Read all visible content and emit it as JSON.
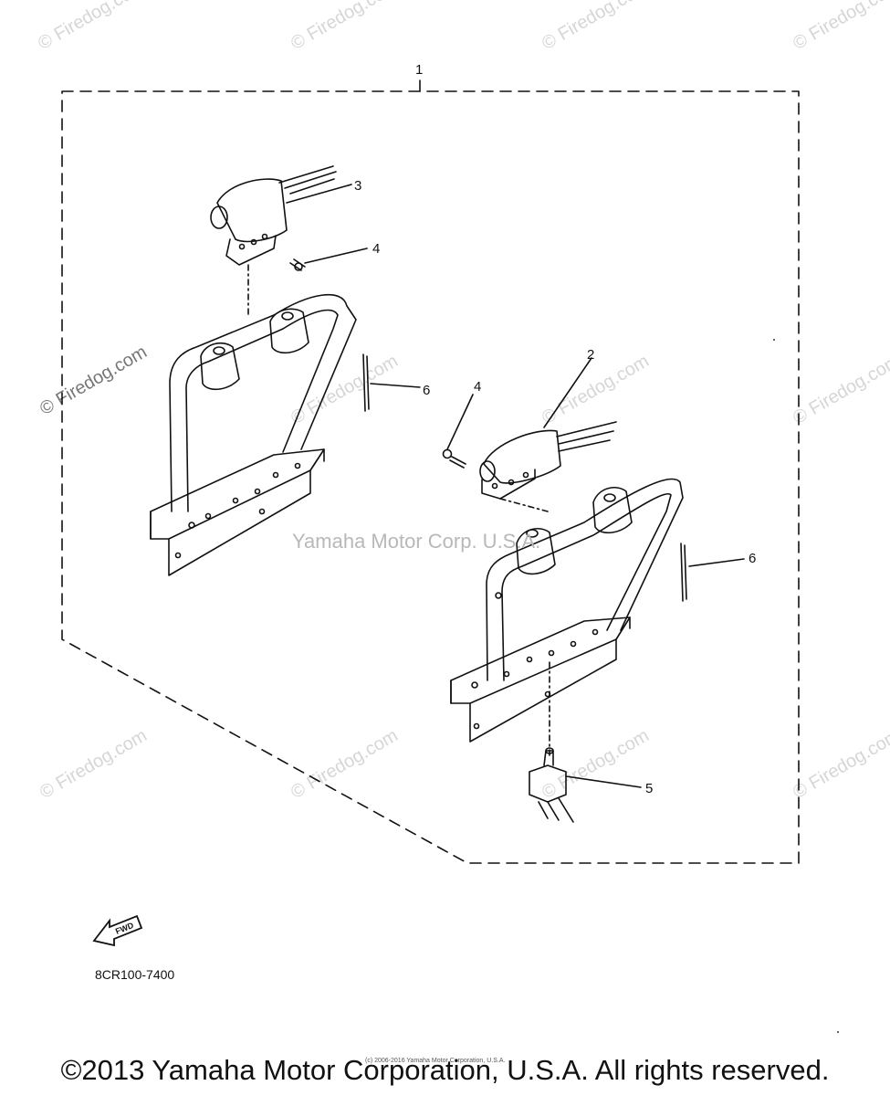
{
  "watermark_text": "© Firedog.com",
  "callouts": {
    "c1": "1",
    "c2": "2",
    "c3": "3",
    "c4a": "4",
    "c4b": "4",
    "c5": "5",
    "c6a": "6",
    "c6b": "6"
  },
  "center_watermark": "Yamaha Motor Corp. U.S.A.",
  "fwd_label": "FWD",
  "diagram_code": "8CR100-7400",
  "tiny_notice": "(c) 2006-2016 Yamaha Motor Corporation, U.S.A.",
  "copyright": "©2013 Yamaha Motor Corporation, U.S.A. All rights reserved."
}
